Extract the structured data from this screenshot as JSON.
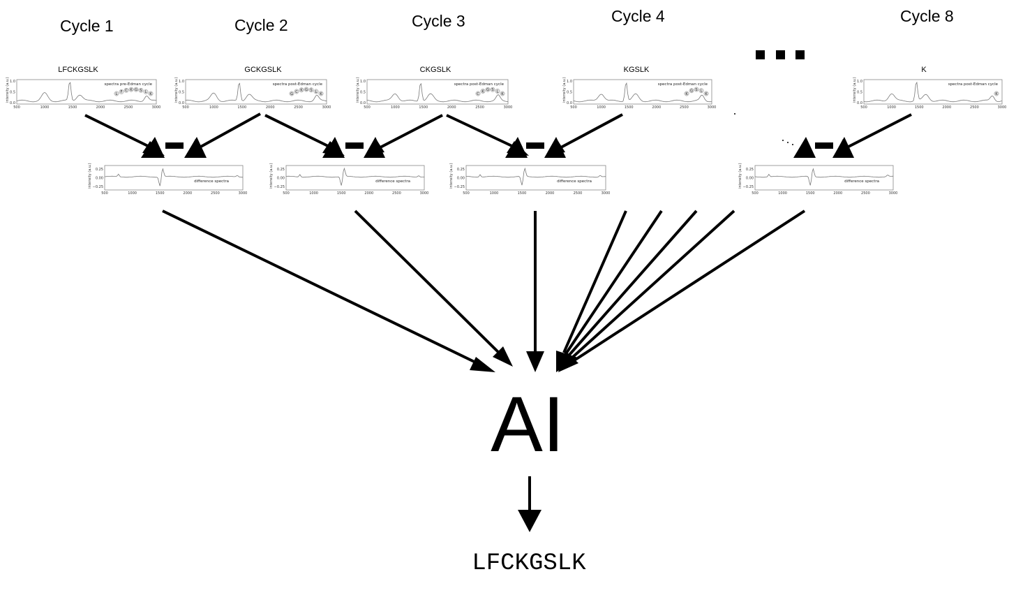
{
  "cycles": [
    {
      "label": "Cycle 1",
      "sequence": "LFCKGSLK",
      "legend": "spectra pre-Edman cycle",
      "beads": [
        "L",
        "F",
        "C",
        "K",
        "G",
        "S",
        "L",
        "K"
      ]
    },
    {
      "label": "Cycle 2",
      "sequence": "GCKGSLK",
      "legend": "spectra post-Edman cycle",
      "beads": [
        "G",
        "C",
        "K",
        "G",
        "S",
        "L",
        "K"
      ]
    },
    {
      "label": "Cycle 3",
      "sequence": "CKGSLK",
      "legend": "spectra post-Edman cycle",
      "beads": [
        "C",
        "K",
        "G",
        "S",
        "L",
        "K"
      ]
    },
    {
      "label": "Cycle 4",
      "sequence": "KGSLK",
      "legend": "spectra post-Edman cycle",
      "beads": [
        "K",
        "G",
        "S",
        "L",
        "K"
      ]
    },
    {
      "label": "Cycle 8",
      "sequence": "K",
      "legend": "spectra post-Edman cycle",
      "beads": [
        "K"
      ]
    }
  ],
  "ellipsis": "...",
  "difference_legend": "difference spectra",
  "spectrum_axis": {
    "ylabel": "intensity (a.u.)",
    "yticks": [
      "1.0",
      "0.5",
      "0.0"
    ],
    "xticks": [
      "500",
      "1000",
      "1500",
      "2000",
      "2500",
      "3000"
    ]
  },
  "difference_axis": {
    "ylabel": "intensity (a.u.)",
    "yticks": [
      "0.25",
      "0.00",
      "−0.25"
    ],
    "xticks": [
      "500",
      "1000",
      "1500",
      "2000",
      "2500",
      "3000"
    ]
  },
  "ai_label": "AI",
  "result_sequence": "LFCKGSLK"
}
